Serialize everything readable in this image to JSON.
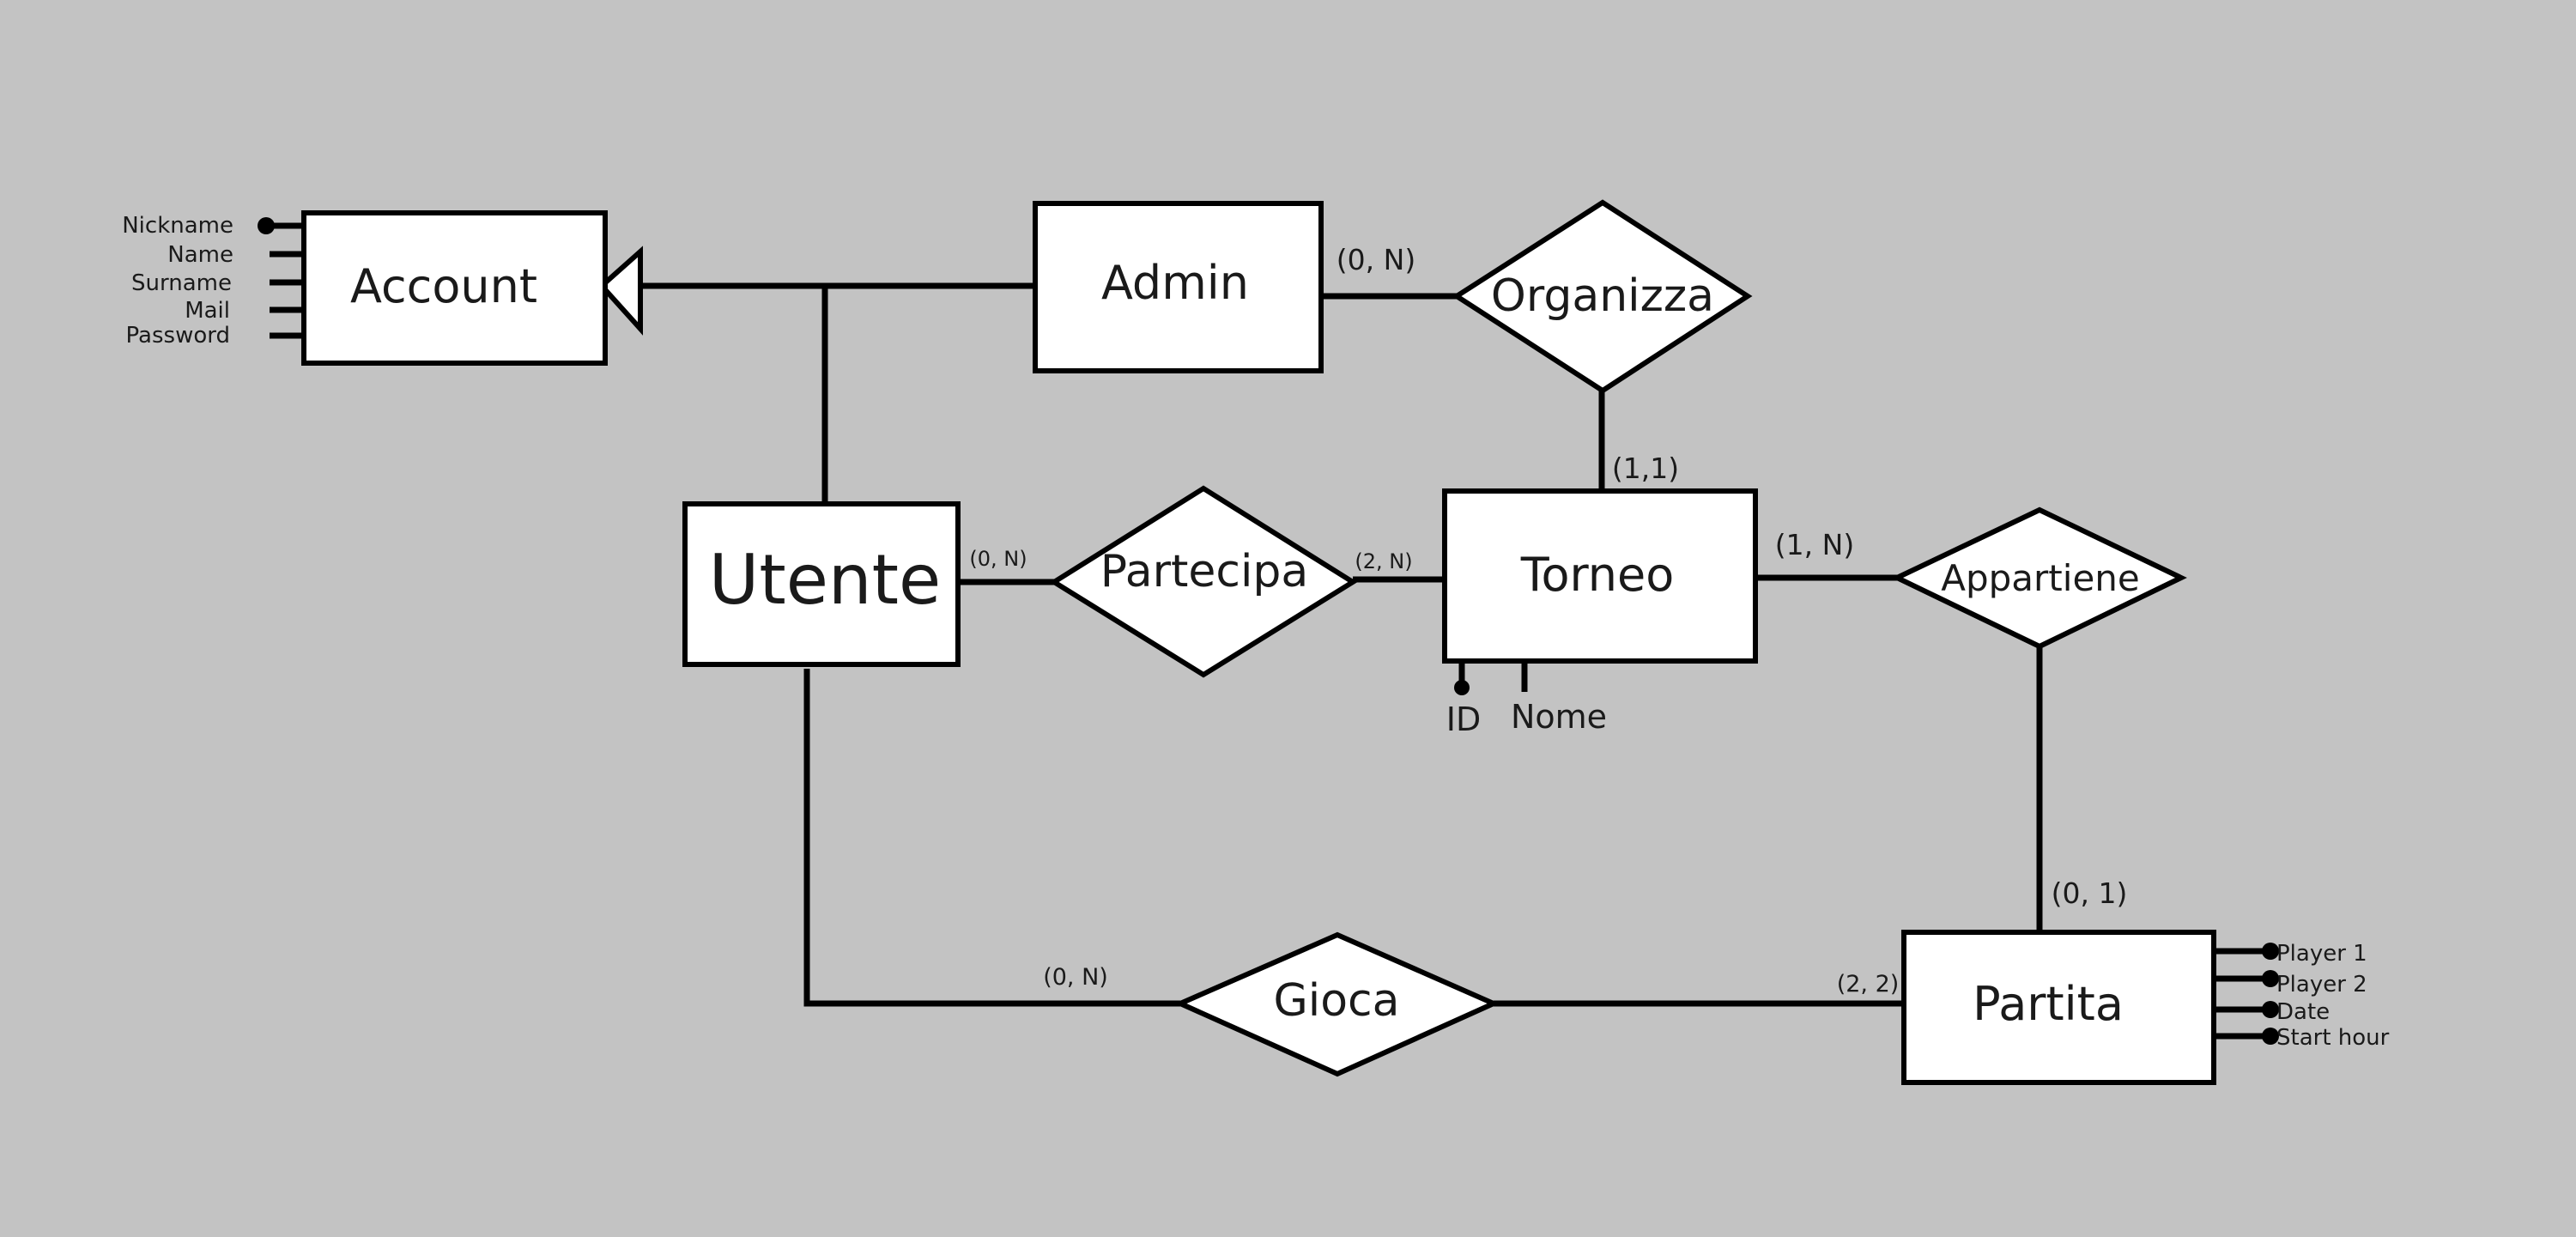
{
  "colors": {
    "background": "#c3c3c3",
    "shape_fill": "#ffffff",
    "stroke": "#000000",
    "text": "#1a1a1a"
  },
  "entities": {
    "account": "Account",
    "admin": "Admin",
    "utente": "Utente",
    "torneo": "Torneo",
    "partita": "Partita"
  },
  "relationships": {
    "organizza": "Organizza",
    "partecipa": "Partecipa",
    "appartiene": "Appartiene",
    "gioca": "Gioca"
  },
  "attributes": {
    "account": [
      "Nickname",
      "Name",
      "Surname",
      "Mail",
      "Password"
    ],
    "torneo": [
      "ID",
      "Nome"
    ],
    "partita": [
      "Player 1",
      "Player 2",
      "Date",
      "Start hour"
    ]
  },
  "cardinalities": {
    "admin_organizza": "(0, N)",
    "torneo_organizza": "(1,1)",
    "utente_partecipa": "(0, N)",
    "torneo_partecipa": "(2, N)",
    "torneo_appartiene": "(1, N)",
    "partita_appartiene": "(0, 1)",
    "utente_gioca": "(0, N)",
    "partita_gioca": "(2, 2)"
  }
}
